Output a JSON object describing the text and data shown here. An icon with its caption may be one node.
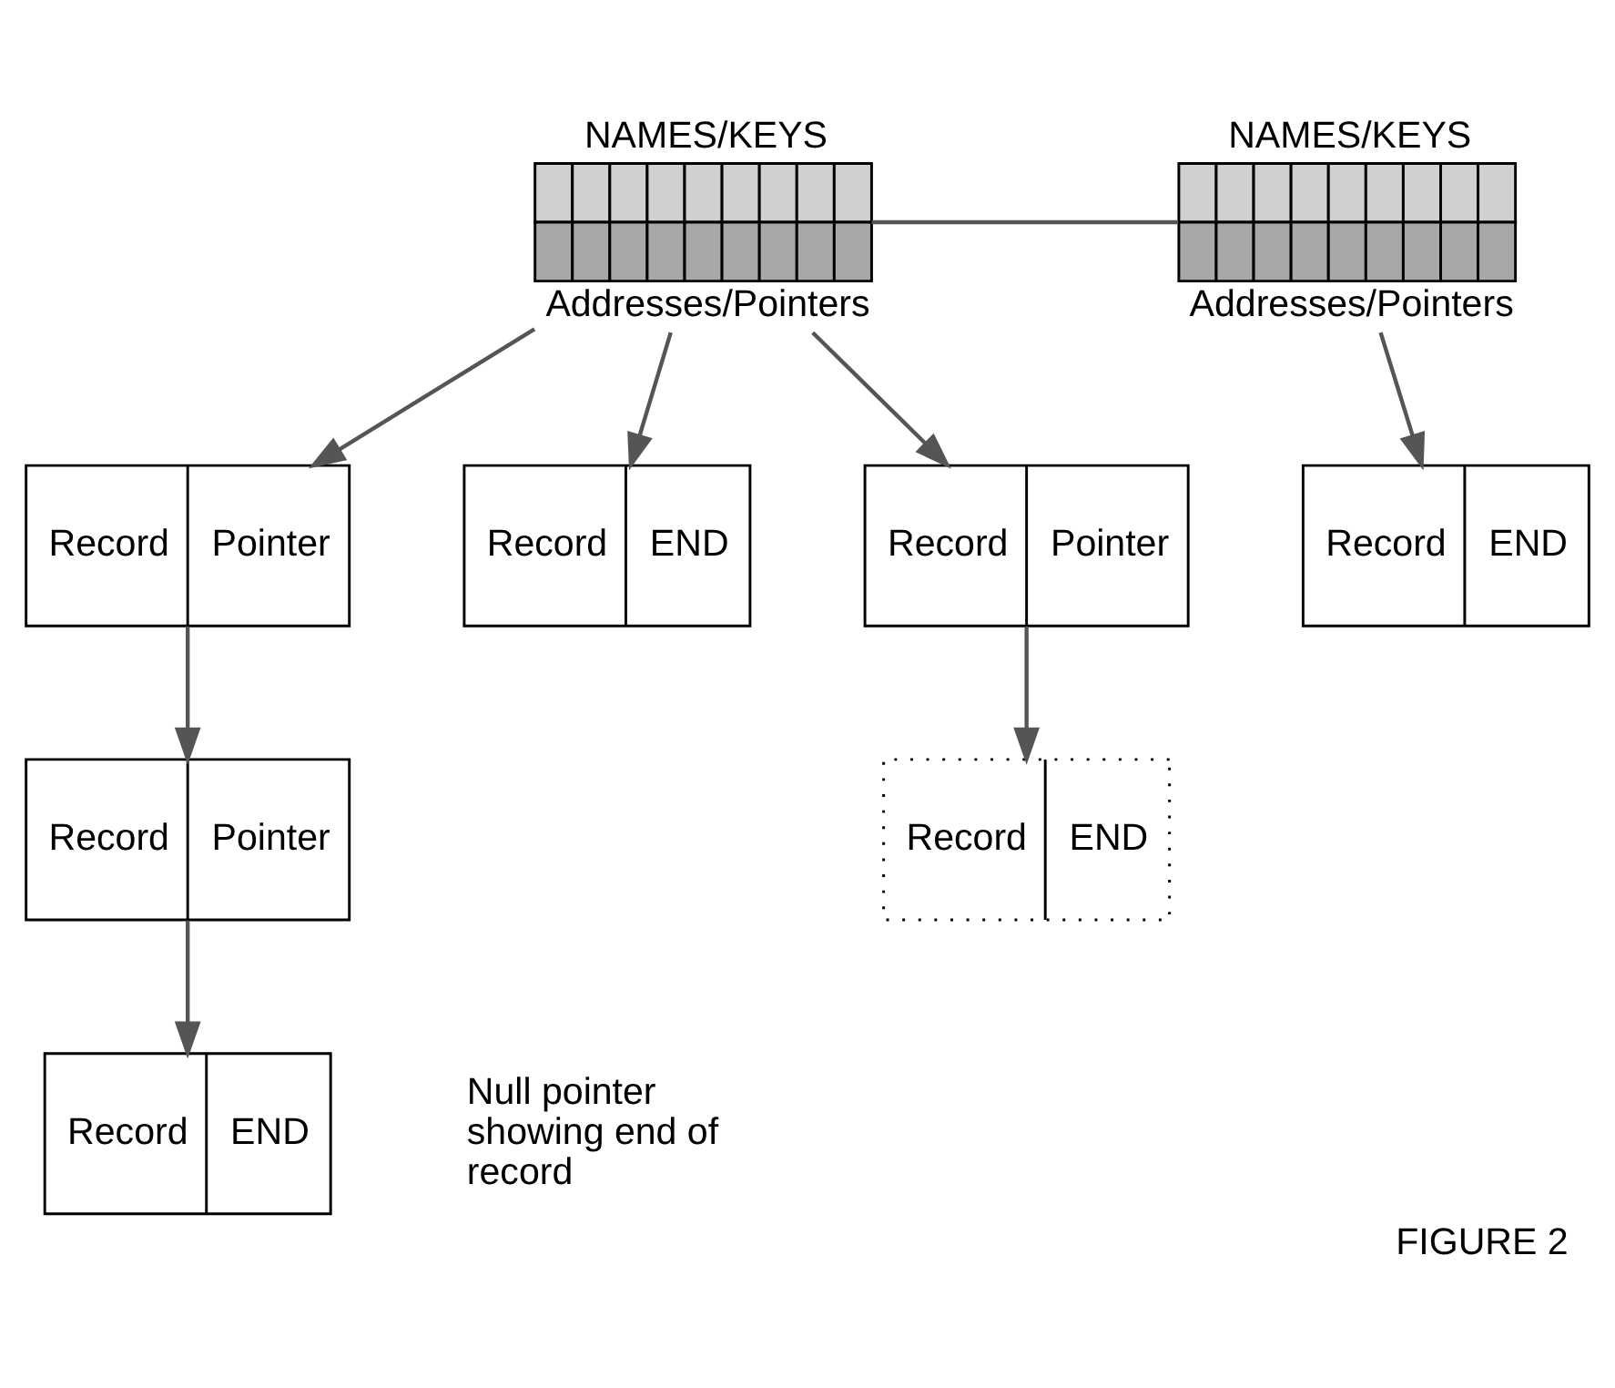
{
  "diagram": {
    "caption": "FIGURE 2",
    "nodes": [
      {
        "text": [
          "NAMES/KEYS",
          "Addresses/Pointers"
        ]
      },
      {
        "text": [
          "NAMES/KEYS",
          "Addresses/Pointers"
        ]
      },
      {
        "text": [
          "Record",
          "Pointer"
        ]
      },
      {
        "text": [
          "Record",
          "END"
        ]
      },
      {
        "text": [
          "Record",
          "Pointer"
        ]
      },
      {
        "text": [
          "Record",
          "END"
        ]
      },
      {
        "text": [
          "Record",
          "Pointer"
        ]
      },
      {
        "text": [
          "Record",
          "END"
        ]
      },
      {
        "text": [
          "Record",
          "END"
        ],
        "beside": [
          "Null pointer showing end of record"
        ]
      }
    ],
    "edges": [
      {
        "from": 0,
        "to": 1,
        "arrow": "none"
      },
      {
        "from": 0,
        "to": 2,
        "arrow": "to"
      },
      {
        "from": 0,
        "to": 3,
        "arrow": "to"
      },
      {
        "from": 0,
        "to": 4,
        "arrow": "to"
      },
      {
        "from": 1,
        "to": 5,
        "arrow": "to"
      },
      {
        "from": 2,
        "to": 6,
        "arrow": "to"
      },
      {
        "from": 4,
        "to": 7,
        "arrow": "to"
      },
      {
        "from": 6,
        "to": 8,
        "arrow": "to"
      }
    ]
  }
}
